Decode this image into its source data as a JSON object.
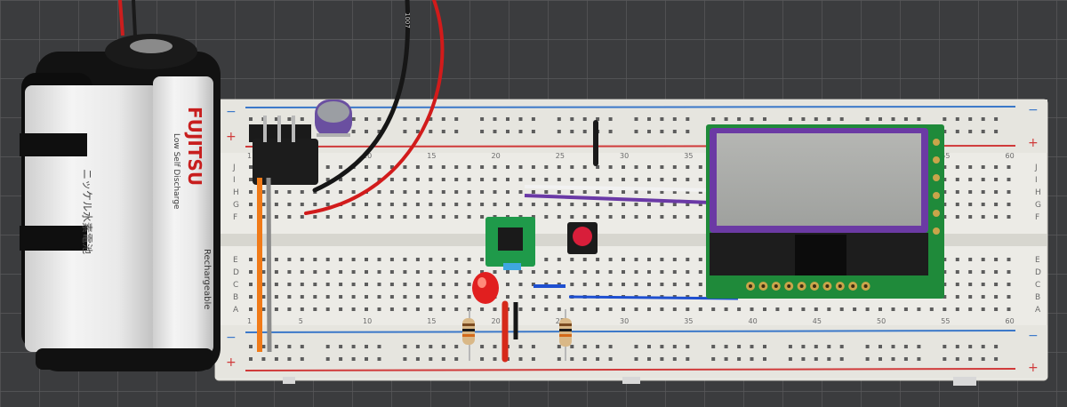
{
  "breadboard": {
    "column_labels": [
      "1",
      "5",
      "10",
      "15",
      "20",
      "25",
      "30",
      "35",
      "40",
      "45",
      "50",
      "55",
      "60"
    ],
    "row_labels_top": [
      "J",
      "I",
      "H",
      "G",
      "F"
    ],
    "row_labels_bottom": [
      "E",
      "D",
      "C",
      "B",
      "A"
    ],
    "rail_plus": "+",
    "rail_minus": "−"
  },
  "battery_holder": {
    "brand": "FUJITSU",
    "line1": "Low Self Discharge",
    "line2": "Rechargeable",
    "jp_text": "ニッケル水素電池"
  },
  "wire_label": "1007"
}
